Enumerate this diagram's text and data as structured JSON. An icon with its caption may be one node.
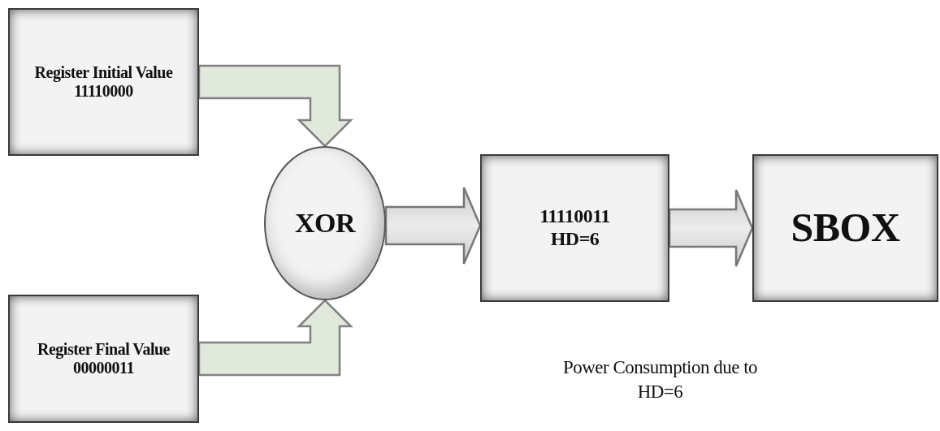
{
  "diagram": {
    "nodes": [
      {
        "text": [
          "Register Initial Value 11110000"
        ]
      },
      {
        "text": [
          "Register Final Value 00000011"
        ]
      },
      {
        "text": [
          "XOR"
        ]
      },
      {
        "text": [
          "11110011 HD=6"
        ]
      },
      {
        "text": [
          "SBOX"
        ]
      }
    ],
    "edges": [
      {
        "from": 0,
        "to": 2,
        "arrow": "to",
        "color": "#e1e8dc"
      },
      {
        "from": 1,
        "to": 2,
        "arrow": "to",
        "color": "#e1e8dc"
      },
      {
        "from": 2,
        "to": 3,
        "arrow": "to"
      },
      {
        "from": 3,
        "to": 4,
        "arrow": "to"
      }
    ],
    "labels": [
      "Power Consumption due to HD=6"
    ]
  }
}
